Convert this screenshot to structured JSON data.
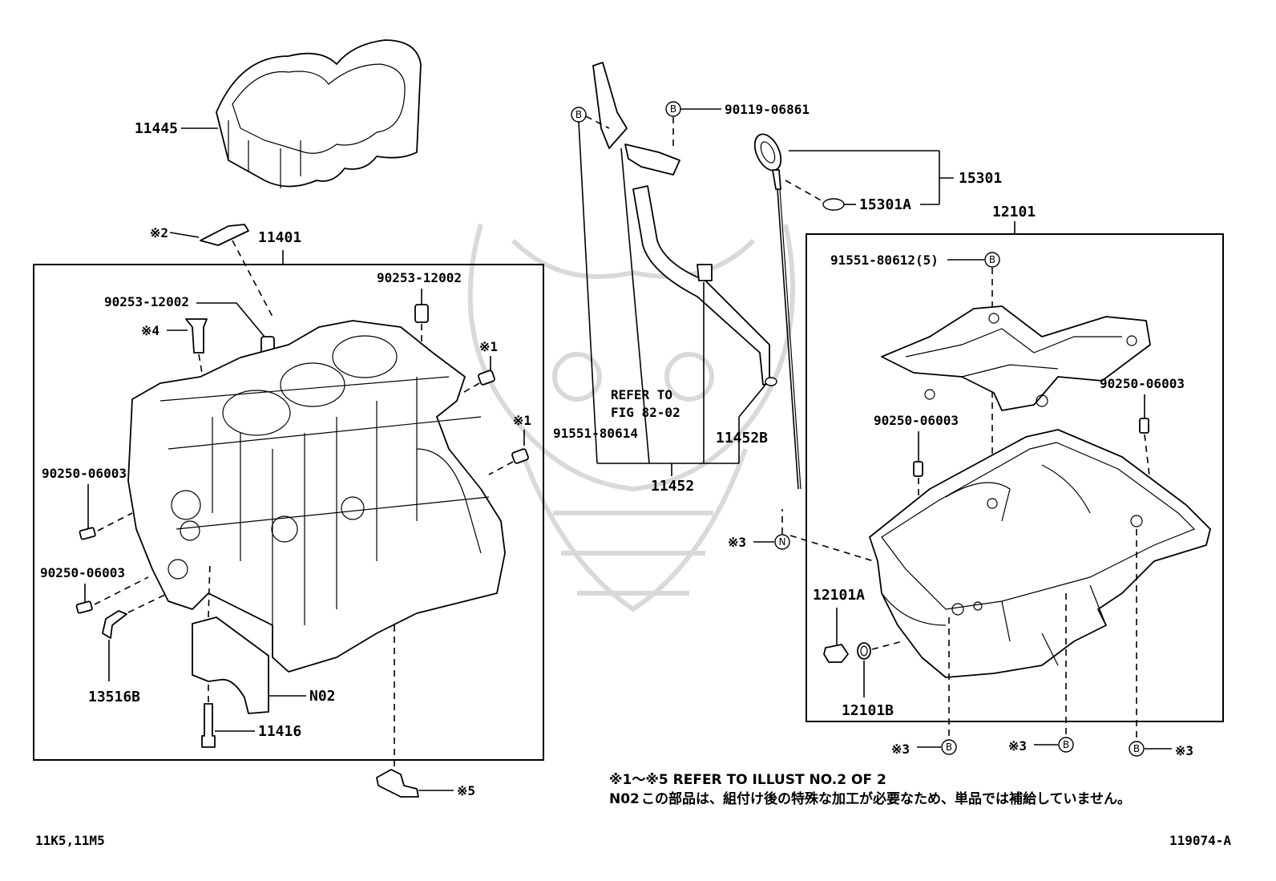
{
  "parts": {
    "p11445": "11445",
    "p11401": "11401",
    "ref2": "※2",
    "ref4": "※4",
    "ref1a": "※1",
    "ref1b": "※1",
    "p90253_left": "90253-12002",
    "p90253_right": "90253-12002",
    "p90250_a": "90250-06003",
    "p90250_b": "90250-06003",
    "p13516B": "13516B",
    "pN02": "N02",
    "p11416": "11416",
    "ref5": "※5",
    "p90119": "90119-06861",
    "p15301": "15301",
    "p15301A": "15301A",
    "refer_line1": "REFER TO",
    "refer_line2": "FIG 82-02",
    "p91551_80614": "91551-80614",
    "p11452B": "11452B",
    "p11452": "11452",
    "p12101": "12101",
    "p91551_80612": "91551-80612(5)",
    "p90250_c": "90250-06003",
    "p90250_d": "90250-06003",
    "ref3_n": "※3",
    "p12101A": "12101A",
    "p12101B": "12101B",
    "ref3_b1": "※3",
    "ref3_b2": "※3",
    "ref3_b3": "※3"
  },
  "circle_marks": {
    "b": "B",
    "n": "N"
  },
  "notes": {
    "line1": "※1～※5 REFER TO ILLUST NO.2 OF 2",
    "n02_label": "N02",
    "n02_text": "この部品は、組付け後の特殊な加工が必要なため、単品では補給していません。"
  },
  "footer": {
    "model": "11K5,11M5",
    "illust_no": "119074-A"
  }
}
